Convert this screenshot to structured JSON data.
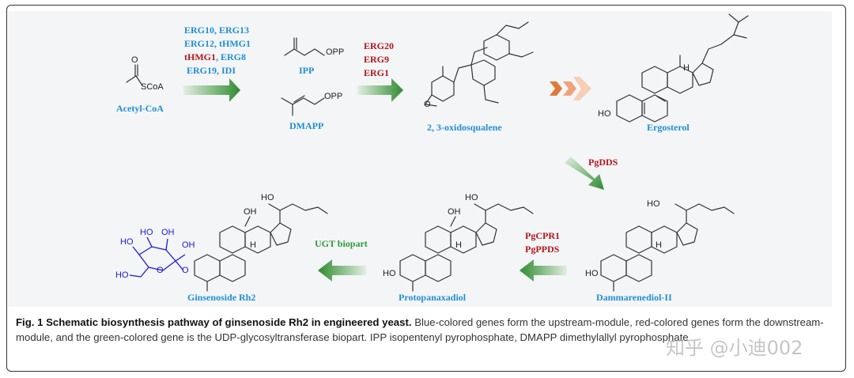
{
  "genes_upstream": {
    "line1": "ERG10, ERG13",
    "line2": "ERG12, tHMG1",
    "line3a": "tHMG1",
    "line3b": ", ERG8",
    "line4": "ERG19, IDI"
  },
  "genes_downstream": [
    "ERG20",
    "ERG9",
    "ERG1"
  ],
  "gene_pgdds": "PgDDS",
  "genes_cpr": [
    "PgCPR1",
    "PgPPDS"
  ],
  "gene_ugt": "UGT biopart",
  "compounds": {
    "acetyl_coa": "Acetyl-CoA",
    "ipp": "IPP",
    "dmapp": "DMAPP",
    "oxidosqualene": "2, 3-oxidosqualene",
    "ergosterol": "Ergosterol",
    "dammarenediol": "Dammarenediol-II",
    "protopanaxadiol": "Protopanaxadiol",
    "ginsenoside": "Ginsenoside Rh2"
  },
  "atoms": {
    "o": "O",
    "scoa": "SCoA",
    "opp": "OPP",
    "ho": "HO",
    "oh": "OH",
    "h": "H"
  },
  "caption": {
    "title": "Fig. 1 Schematic biosynthesis pathway of ginsenoside Rh2 in engineered yeast.",
    "body": " Blue-colored genes form the upstream-module, red-colored genes form the downstream-module, and the green-colored gene is the UDP-glycosyltransferase biopart. IPP isopentenyl pyrophosphate, DMAPP dimethylallyl pyrophosphate"
  },
  "watermark": "知乎 @小迪002",
  "colors": {
    "upstream_gene": "#1f8fd6",
    "downstream_gene": "#b2161b",
    "ugt_gene": "#2a9a3c",
    "compound_label": "#1f8fd6",
    "glucose": "#1a1ad6"
  }
}
